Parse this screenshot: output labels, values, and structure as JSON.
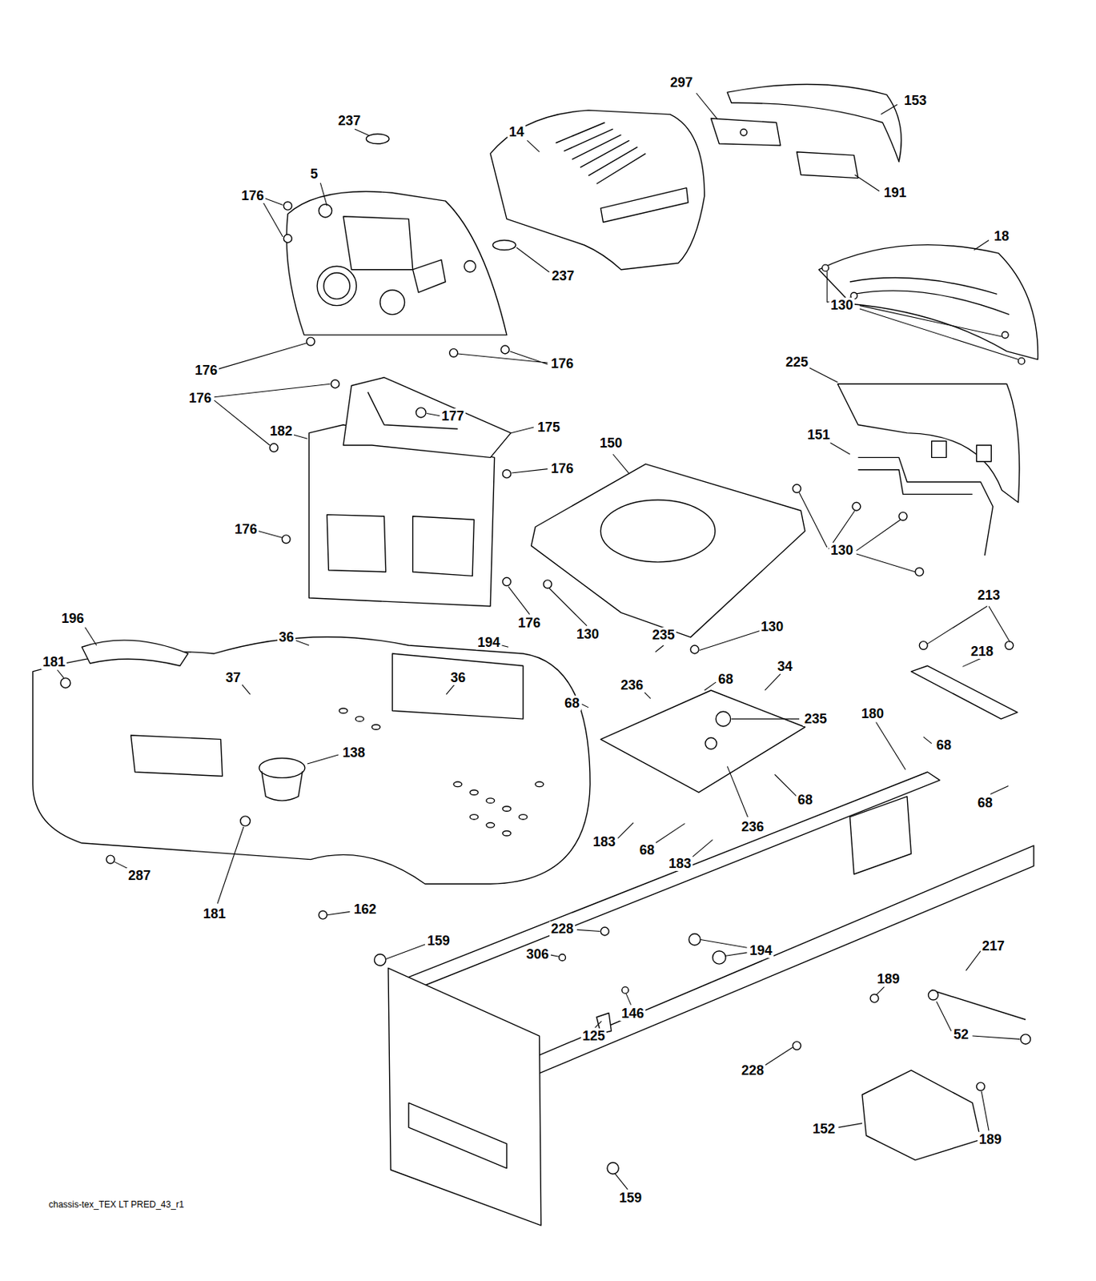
{
  "diagram": {
    "labels": [
      "297",
      "153",
      "237",
      "14",
      "5",
      "176",
      "191",
      "18",
      "237",
      "130",
      "176",
      "176",
      "225",
      "176",
      "177",
      "182",
      "175",
      "151",
      "150",
      "176",
      "176",
      "130",
      "176",
      "213",
      "196",
      "36",
      "194",
      "130",
      "235",
      "130",
      "218",
      "181",
      "37",
      "36",
      "68",
      "34",
      "236",
      "68",
      "235",
      "180",
      "68",
      "138",
      "68",
      "68",
      "236",
      "183",
      "68",
      "183",
      "287",
      "181",
      "162",
      "159",
      "228",
      "194",
      "217",
      "306",
      "189",
      "146",
      "125",
      "52",
      "228",
      "152",
      "189",
      "159",
      "chassis-tex_TEX LT PRED_43_r1"
    ]
  }
}
